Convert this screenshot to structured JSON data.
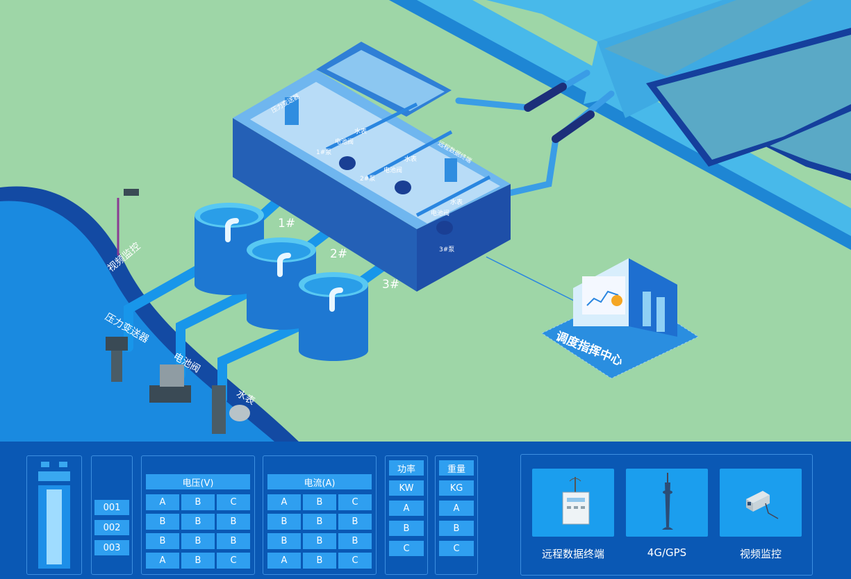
{
  "scene": {
    "building_labels": {
      "pressure_transmitter": "压力变送器",
      "remote_terminal": "远程数据终端",
      "pump1": "1#泵",
      "pump2": "2#泵",
      "pump3": "3#泵",
      "valve1": "电池阀",
      "valve2": "电池阀",
      "valve3": "电池阀",
      "meter1": "水表",
      "meter2": "水表",
      "meter3": "水表"
    },
    "tank_labels": [
      "1#",
      "2#",
      "3#"
    ],
    "shore_labels": {
      "video": "视频监控",
      "pressure": "压力变送器",
      "valve": "电池阀",
      "meter": "水表"
    },
    "control_center": "调度指挥中心",
    "colors": {
      "grass": "#9ed6a7",
      "water": "#1a8ae0",
      "panel": "#0a58b4",
      "cell": "#2f9ff0"
    }
  },
  "panel": {
    "device_ids": [
      "001",
      "002",
      "003"
    ],
    "voltage": {
      "title": "电压(V)",
      "rows": [
        [
          "A",
          "B",
          "C"
        ],
        [
          "B",
          "B",
          "B"
        ],
        [
          "B",
          "B",
          "B"
        ],
        [
          "A",
          "B",
          "C"
        ]
      ]
    },
    "current": {
      "title": "电流(A)",
      "rows": [
        [
          "A",
          "B",
          "C"
        ],
        [
          "B",
          "B",
          "B"
        ],
        [
          "B",
          "B",
          "B"
        ],
        [
          "A",
          "B",
          "C"
        ]
      ]
    },
    "power": [
      "功率",
      "KW",
      "A",
      "B",
      "C"
    ],
    "weight": [
      "重量",
      "KG",
      "A",
      "B",
      "C"
    ],
    "devices": [
      {
        "label": "远程数据终端",
        "icon": "remote-terminal-icon"
      },
      {
        "label": "4G/GPS",
        "icon": "antenna-tower-icon"
      },
      {
        "label": "视频监控",
        "icon": "camera-icon"
      }
    ]
  }
}
